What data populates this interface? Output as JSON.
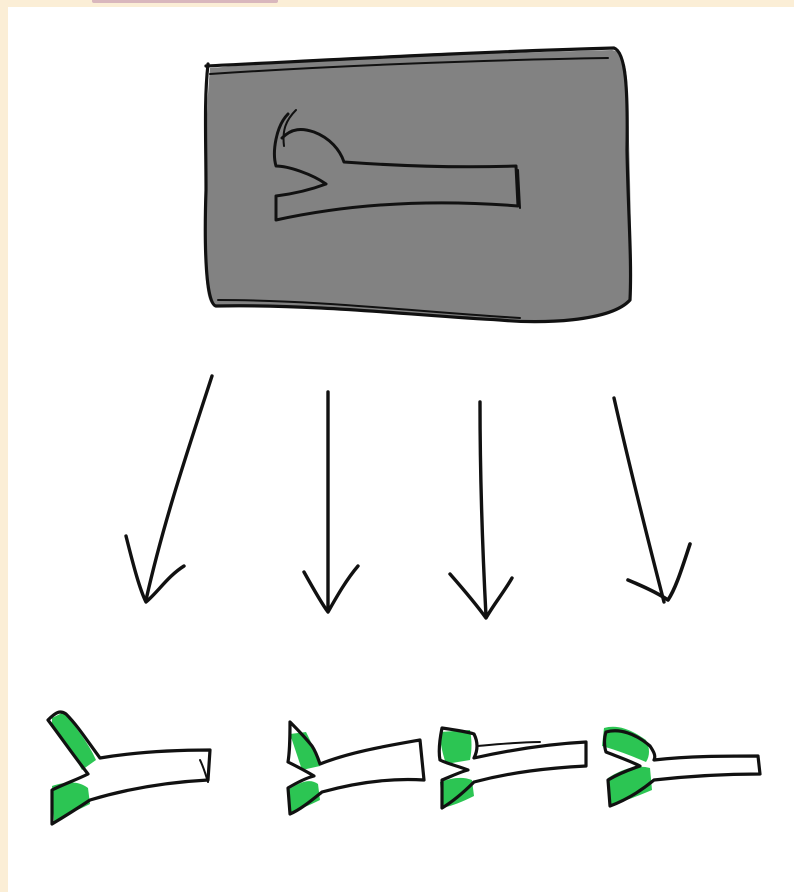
{
  "colors": {
    "background": "#ffffff",
    "page_edge": "#fbeed6",
    "top_tab": "#d9b7bd",
    "stamp_fill": "#828282",
    "ink": "#111111",
    "highlight": "#21c24a",
    "part_fill": "#ffffff"
  },
  "diagram": {
    "source": "stamp-with-y-branch-part",
    "arrow_count": 4,
    "variant_count": 4,
    "variant_feature": "green-highlighted-fork-ends"
  }
}
